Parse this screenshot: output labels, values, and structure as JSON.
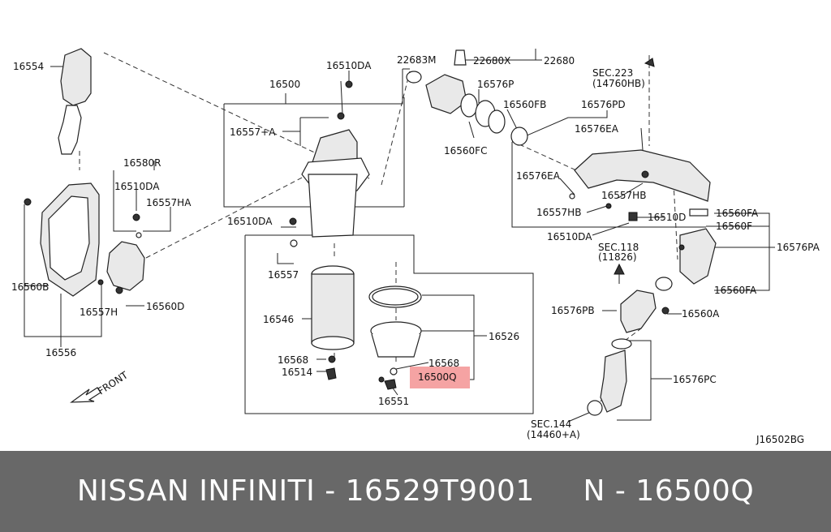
{
  "labels": {
    "l16554": "16554",
    "l16510DA_top": "16510DA",
    "l22683M": "22683M",
    "l22680X": "22680X",
    "l22680": "22680",
    "l16500": "16500",
    "l16576P": "16576P",
    "lsec223": "SEC.223",
    "lsec223b": "(14760HB)",
    "l16560FB": "16560FB",
    "l16576PD": "16576PD",
    "l16557A": "16557+A",
    "l16576EA_top": "16576EA",
    "l16560FC": "16560FC",
    "l16580R": "16580R",
    "l16576EA_left": "16576EA",
    "l16510DA_left": "16510DA",
    "l16557HA": "16557HA",
    "l16557HB_right": "16557HB",
    "l16557HB_left": "16557HB",
    "l16510D": "16510D",
    "l16560FA_top": "16560FA",
    "l16510DA_mid": "16510DA",
    "l16560F": "16560F",
    "l16510DA_right": "16510DA",
    "lsec118": "SEC.118",
    "lsec118b": "(11826)",
    "l16576PA": "16576PA",
    "l16557": "16557",
    "l16560B": "16560B",
    "l16560D": "16560D",
    "l16560FA_bottom": "16560FA",
    "l16557H": "16557H",
    "l16576PB": "16576PB",
    "l16560A": "16560A",
    "l16546": "16546",
    "l16526": "16526",
    "l16556": "16556",
    "l16568_left": "16568",
    "l16568_right": "16568",
    "l16514": "16514",
    "l16500Q": "16500Q",
    "l16576PC": "16576PC",
    "l16551": "16551",
    "lfront": "FRONT",
    "lsec144": "SEC.144",
    "lsec144b": "(14460+A)",
    "lJ16502BG": "J16502BG"
  },
  "footer": {
    "text": "NISSAN INFINITI - 16529T9001     N - 16500Q"
  },
  "colors": {
    "highlight": "#f5a3a3",
    "footer_bg": "#686868",
    "footer_text": "#ffffff"
  }
}
